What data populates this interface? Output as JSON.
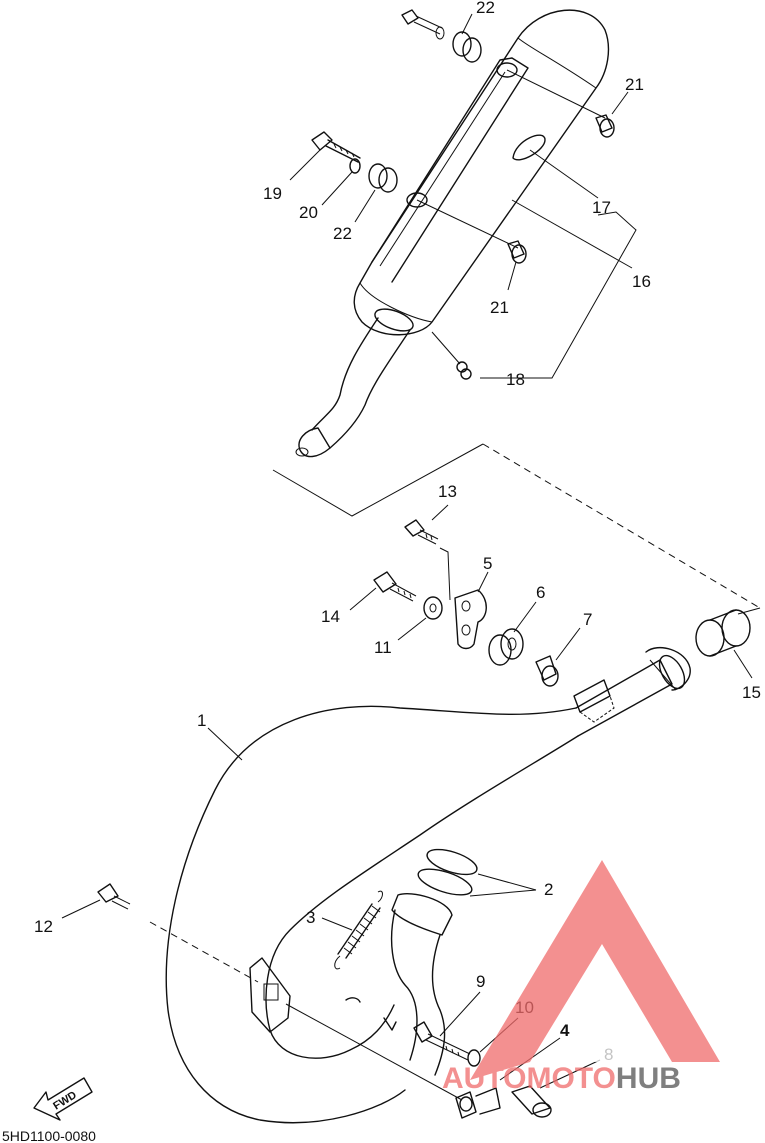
{
  "diagram_code": "5HD1100-0080",
  "fwd_label": "FWD",
  "callouts": {
    "c1": "1",
    "c2": "2",
    "c3": "3",
    "c4": "4",
    "c5": "5",
    "c6": "6",
    "c7": "7",
    "c8": "8",
    "c9": "9",
    "c10": "10",
    "c11": "11",
    "c12": "12",
    "c13": "13",
    "c14": "14",
    "c15": "15",
    "c16": "16",
    "c17": "17",
    "c18": "18",
    "c19": "19",
    "c20": "20",
    "c21a": "21",
    "c21b": "21",
    "c22a": "22",
    "c22b": "22"
  },
  "watermark": {
    "part_auto": "AUTO",
    "part_moto": "MOTO",
    "part_hub": "HUB",
    "color_red": "#f06b6b",
    "color_grey": "#555555"
  }
}
